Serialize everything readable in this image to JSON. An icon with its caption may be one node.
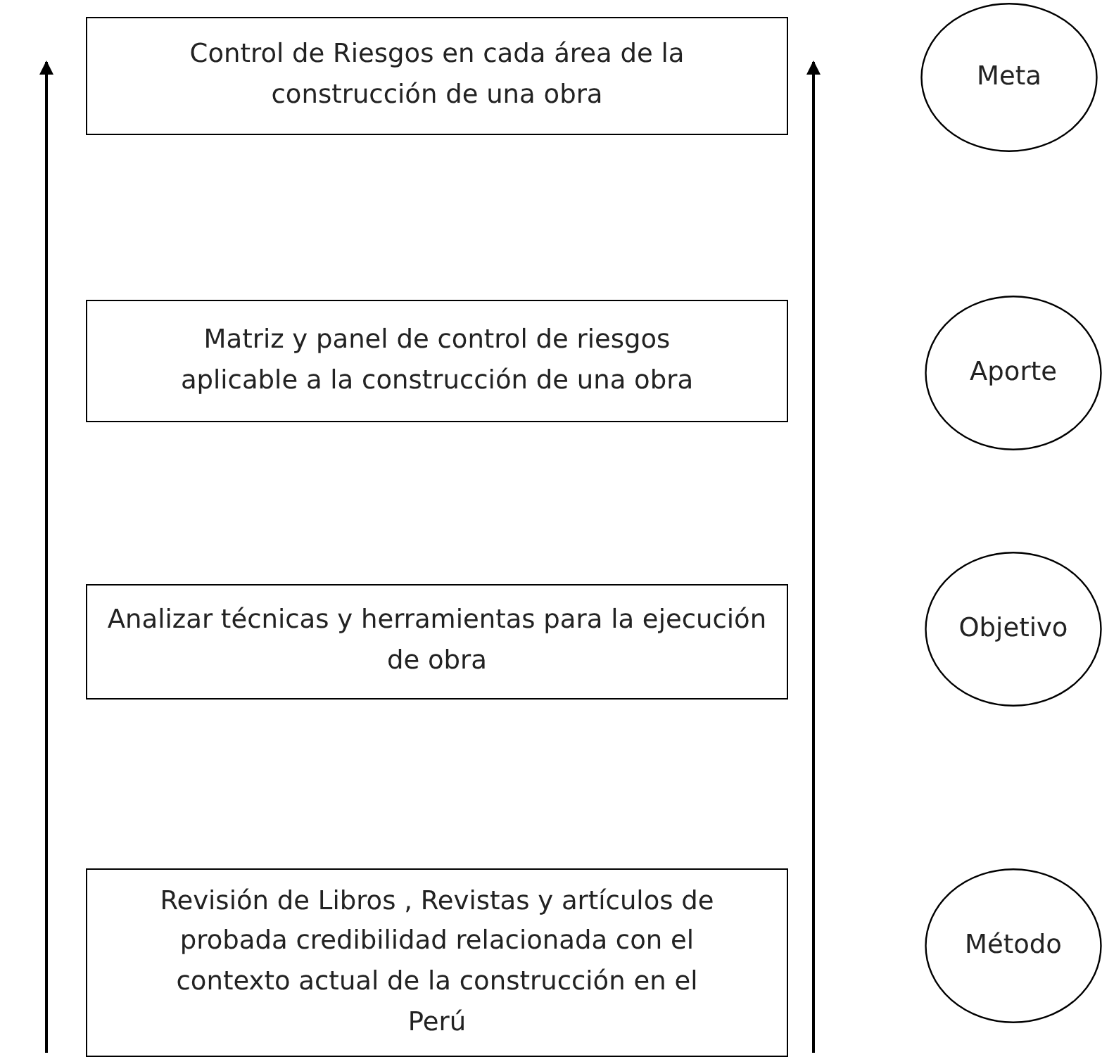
{
  "diagram": {
    "nodes": [
      {
        "text": [
          "Control de Riesgos en cada área de la construcción de una obra"
        ]
      },
      {
        "text": [
          "Matriz y panel de control de riesgos aplicable a la construcción de una obra"
        ]
      },
      {
        "text": [
          "Analizar técnicas y herramientas para la ejecución de obra"
        ]
      },
      {
        "text": [
          "Revisión de Libros , Revistas y artículos de probada credibilidad relacionada con el contexto actual de la construcción en el Perú"
        ]
      },
      {
        "text": [
          "Meta"
        ]
      },
      {
        "text": [
          "Aporte"
        ]
      },
      {
        "text": [
          "Objetivo"
        ]
      },
      {
        "text": [
          "Método"
        ]
      }
    ]
  }
}
